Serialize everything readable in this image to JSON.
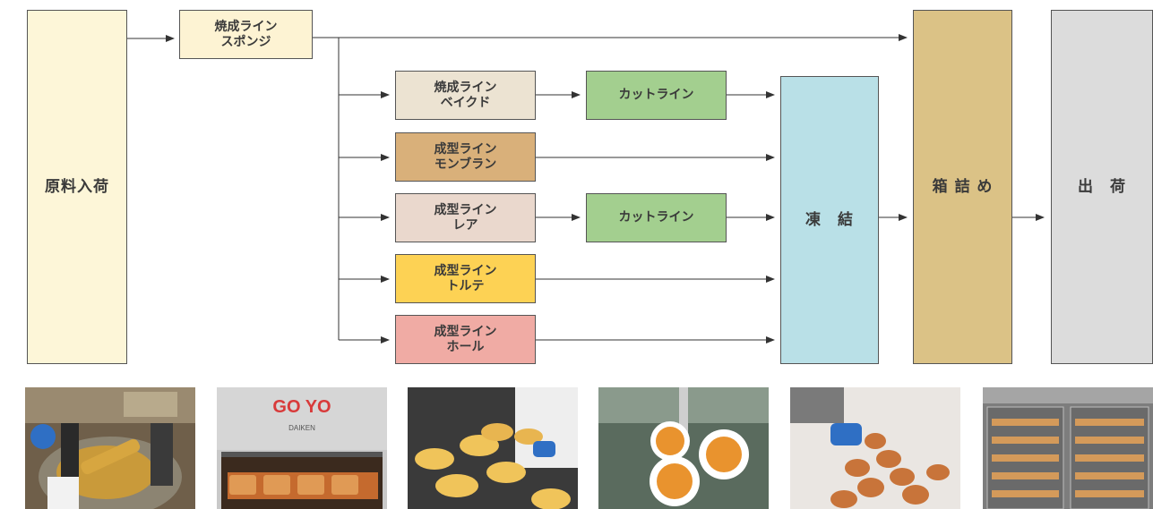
{
  "flow": {
    "receive": "原料入荷",
    "bake_sponge": [
      "焼成ライン",
      "スポンジ"
    ],
    "bake_baked": [
      "焼成ライン",
      "ベイクド"
    ],
    "cut1": "カットライン",
    "mold_montblanc": [
      "成型ライン",
      "モンブラン"
    ],
    "mold_rare": [
      "成型ライン",
      "レア"
    ],
    "cut2": "カットライン",
    "mold_torte": [
      "成型ライン",
      "トルテ"
    ],
    "mold_whole": [
      "成型ライン",
      "ホール"
    ],
    "freeze": "凍　結",
    "boxing": "箱 詰 め",
    "ship": "出　荷"
  },
  "colors": {
    "receive": "#fdf6d8",
    "bake_sponge": "#fdf3d3",
    "bake_baked": "#ece3d2",
    "cut": "#a3cf8f",
    "mold_montblanc": "#d9b07a",
    "mold_rare": "#ead8cd",
    "mold_torte": "#fdd254",
    "mold_whole": "#f0aba4",
    "freeze": "#b9e0e7",
    "boxing": "#dbc286",
    "ship": "#dcdcdc"
  },
  "photos": {
    "oven_brand": "GO YO",
    "oven_sub": "DAIKEN"
  }
}
